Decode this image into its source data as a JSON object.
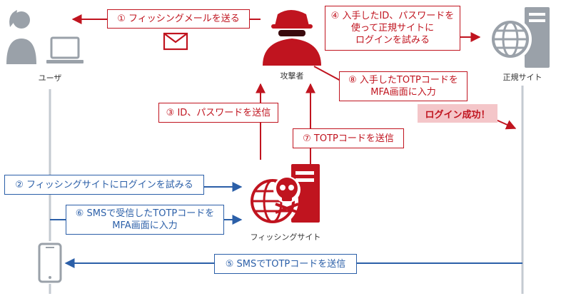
{
  "nodes": {
    "user": "ユーザ",
    "attacker": "攻撃者",
    "legit_site": "正規サイト",
    "phishing_site": "フィッシングサイト"
  },
  "steps": {
    "s1": "① フィッシングメールを送る",
    "s2": "② フィッシングサイトにログインを試みる",
    "s3": "③ ID、パスワードを送信",
    "s4": [
      "④ 入手したID、パスワードを",
      "使って正規サイトに",
      "ログインを試みる"
    ],
    "s5": "⑤ SMSでTOTPコードを送信",
    "s6": [
      "⑥ SMSで受信したTOTPコードを",
      "MFA画面に入力"
    ],
    "s7": "⑦ TOTPコードを送信",
    "s8": [
      "⑧ 入手したTOTPコードを",
      "MFA画面に入力"
    ]
  },
  "result": "ログイン成功！",
  "colors": {
    "attack": "#c0141f",
    "user_flow": "#2b5fa8",
    "lifeline": "#c4cad1",
    "icon_gray": "#9aa1a9",
    "success_bg": "#f4c6c9"
  }
}
